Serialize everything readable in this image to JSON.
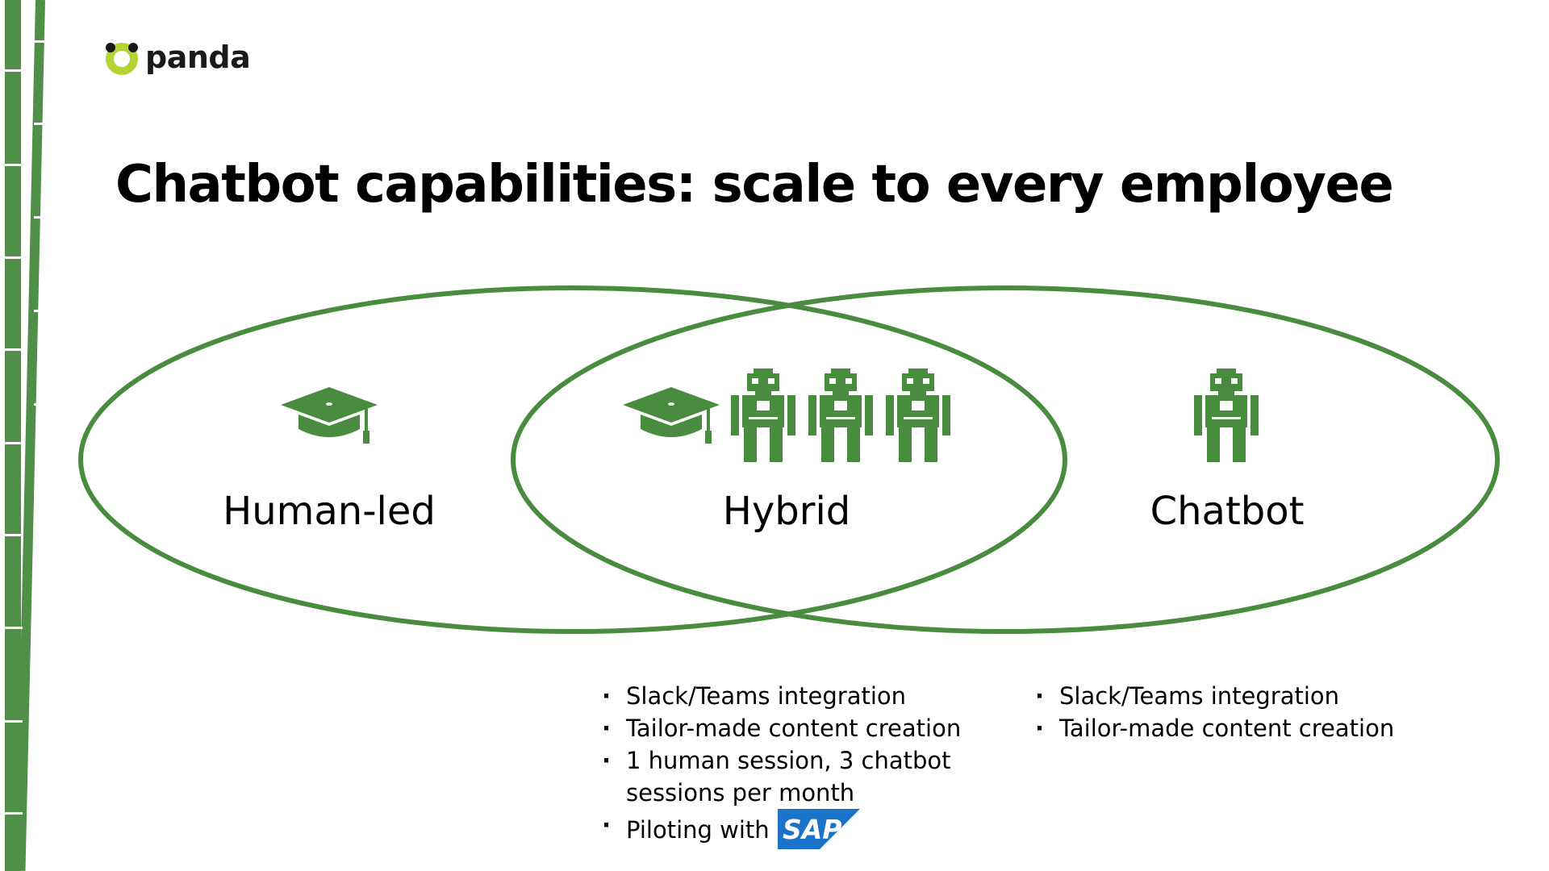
{
  "brand": {
    "name": "panda",
    "colors": {
      "bamboo": "#4f8f47",
      "diagram_green": "#4a8c3f",
      "logo_lime": "#b5d334",
      "sap_blue": "#1a73c9"
    }
  },
  "title": "Chatbot capabilities: scale to every employee",
  "diagram": {
    "regions": [
      {
        "id": "human",
        "label": "Human-led",
        "icons": [
          "graduation-cap-icon"
        ]
      },
      {
        "id": "hybrid",
        "label": "Hybrid",
        "icons": [
          "graduation-cap-icon",
          "robot-icon",
          "robot-icon",
          "robot-icon"
        ]
      },
      {
        "id": "chatbot",
        "label": "Chatbot",
        "icons": [
          "robot-icon"
        ]
      }
    ]
  },
  "hybrid_features": [
    "Slack/Teams integration",
    "Tailor-made content creation",
    "1 human session, 3 chatbot",
    "sessions per month",
    "Piloting with"
  ],
  "chatbot_features": [
    "Slack/Teams integration",
    "Tailor-made content creation"
  ],
  "sap_logo_text": "SAP"
}
